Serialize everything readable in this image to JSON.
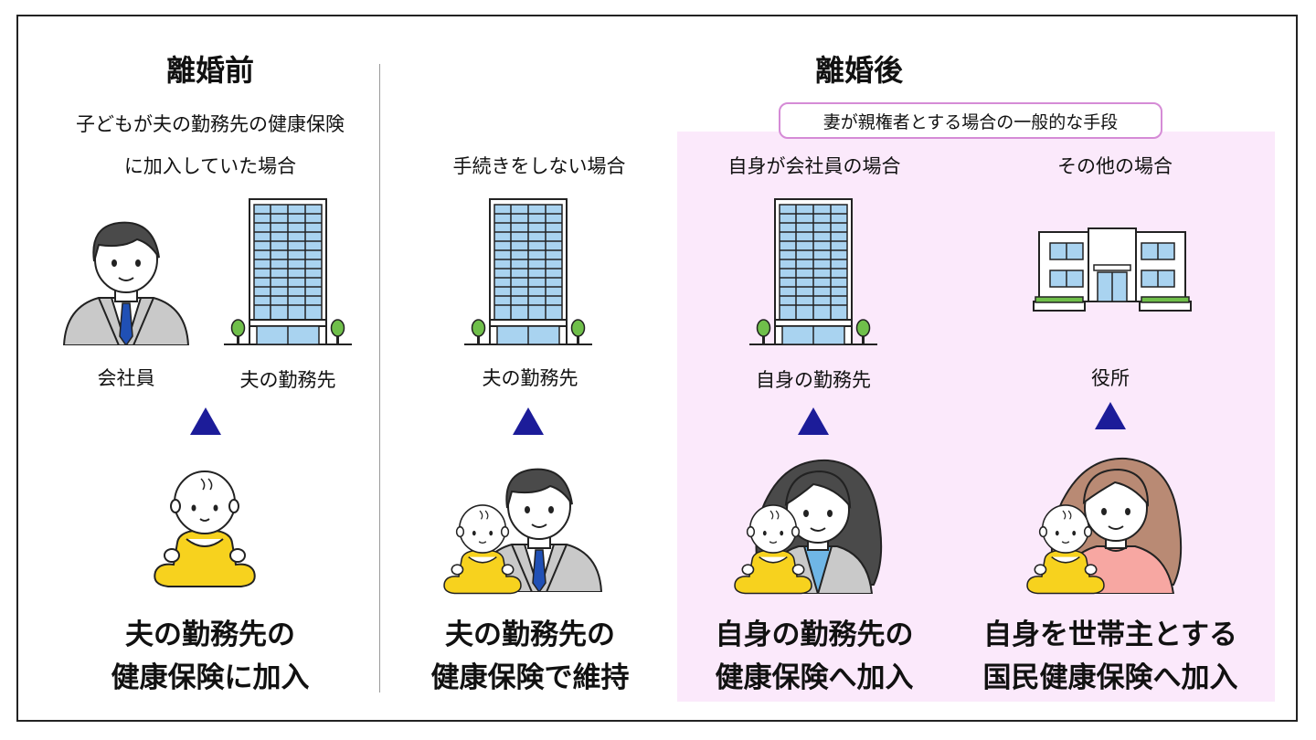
{
  "before": {
    "title": "離婚前",
    "condition_line1": "子どもが夫の勤務先の健康保険",
    "condition_line2": "に加入していた場合",
    "label_person": "会社員",
    "label_company": "夫の勤務先",
    "result_line1": "夫の勤務先の",
    "result_line2": "健康保険に加入"
  },
  "after": {
    "title": "離婚後",
    "note": "妻が親権者とする場合の一般的な手段",
    "columns": [
      {
        "heading": "手続きをしない場合",
        "label": "夫の勤務先",
        "result_line1": "夫の勤務先の",
        "result_line2": "健康保険で維持"
      },
      {
        "heading": "自身が会社員の場合",
        "label": "自身の勤務先",
        "result_line1": "自身の勤務先の",
        "result_line2": "健康保険へ加入"
      },
      {
        "heading": "その他の場合",
        "label": "役所",
        "result_line1": "自身を世帯主とする",
        "result_line2": "国民健康保険へ加入"
      }
    ]
  },
  "colors": {
    "accent_pink_bg": "#fbe9fb",
    "accent_pink_border": "#d58bd6",
    "arrow": "#1c1c99",
    "baby_clothes": "#f7d21e",
    "building_glass": "#a9d3f0"
  }
}
